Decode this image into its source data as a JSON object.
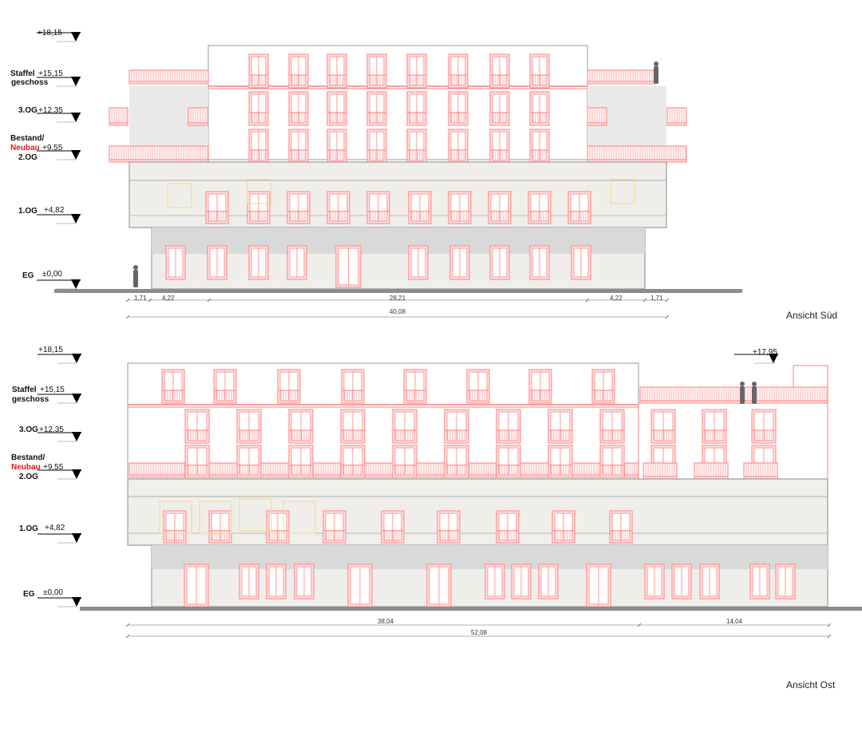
{
  "south": {
    "title": "Ansicht Süd",
    "levels": {
      "top": "+18,15",
      "staffel_1": "Staffel",
      "staffel_2": "geschoss",
      "staffel_h": "+15,15",
      "og3": "3.OG",
      "og3_h": "+12,35",
      "bestand": "Bestand/",
      "neubau": "Neubau",
      "og2_h": "+9,55",
      "og2": "2.OG",
      "og1": "1.OG",
      "og1_h": "+4,82",
      "eg": "EG",
      "eg_h": "±0,00"
    },
    "dims": [
      "1,71",
      "4,22",
      "28,21",
      "4,22",
      "1,71"
    ],
    "total": "40,08"
  },
  "east": {
    "title": "Ansicht Ost",
    "levels": {
      "top": "+18,15",
      "staffel_1": "Staffel",
      "staffel_2": "geschoss",
      "staffel_h": "+15,15",
      "og3": "3.OG",
      "og3_h": "+12,35",
      "bestand": "Bestand/",
      "neubau": "Neubau",
      "og2_h": "+9,55",
      "og2": "2.OG",
      "og1": "1.OG",
      "og1_h": "+4,82",
      "eg": "EG",
      "eg_h": "±0,00",
      "right_top": "+17,95"
    },
    "dims": [
      "38,04",
      "14,04"
    ],
    "total": "52,08"
  },
  "colors": {
    "new": "#ff7f7f",
    "existing_fill": "#f0eeeb",
    "band": "#d9d9d9",
    "ground": "#8c8c8c",
    "neubau_label": "#e8141e"
  }
}
